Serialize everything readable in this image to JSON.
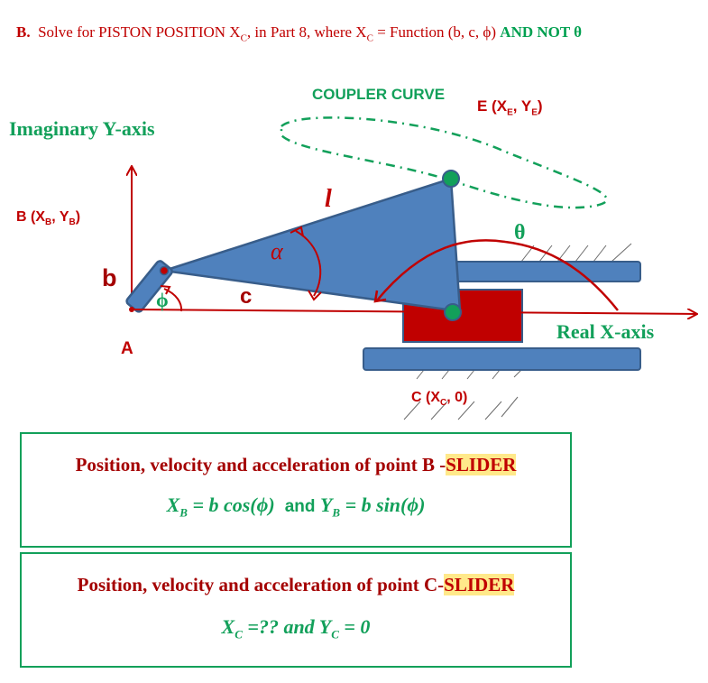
{
  "header": {
    "prefix": "B.",
    "text": "Solve for PISTON POSITION X",
    "sub": "C",
    "text2": ", in Part 8, where  X",
    "sub2": "C",
    "text3": " = Function (b, c, ϕ) ",
    "emph": "AND NOT θ"
  },
  "diagram": {
    "coupler_curve": "COUPLER CURVE",
    "point_e": "E (X",
    "point_e_sub": "E",
    "point_e_mid": ", Y",
    "point_e_sub2": "E",
    "point_e_end": ")",
    "imag_axis": "Imaginary Y-axis",
    "point_b": "B (X",
    "point_b_sub": "B",
    "point_b_mid": ", Y",
    "point_b_sub2": "B",
    "point_b_end": ")",
    "label_l": "l",
    "label_alpha": "α",
    "label_theta": "θ",
    "label_b": "b",
    "label_phi": "ϕ",
    "label_c": "c",
    "label_a": "A",
    "real_axis": "Real X-axis",
    "point_c": "C (X",
    "point_c_sub": "C",
    "point_c_end": ", 0)"
  },
  "box_b": {
    "title": "Position, velocity and acceleration of point B -",
    "highlight": "SLIDER",
    "eq1": "X",
    "eq1_sub": "B",
    "eq1_rest": " = b cos(ϕ)",
    "and": "and",
    "eq2": "Y",
    "eq2_sub": "B",
    "eq2_rest": " = b sin(ϕ)"
  },
  "box_c": {
    "title": "Position, velocity and acceleration of point C-",
    "highlight": "SLIDER",
    "eq": "X",
    "eq_sub": "C",
    "eq_rest": " =?? and  Y",
    "eq_sub2": "C",
    "eq_end": " = 0"
  },
  "colors": {
    "link_blue": "#4f81bd",
    "slider_red": "#c00000",
    "green": "#12a05a",
    "dark_red": "#a40000"
  }
}
